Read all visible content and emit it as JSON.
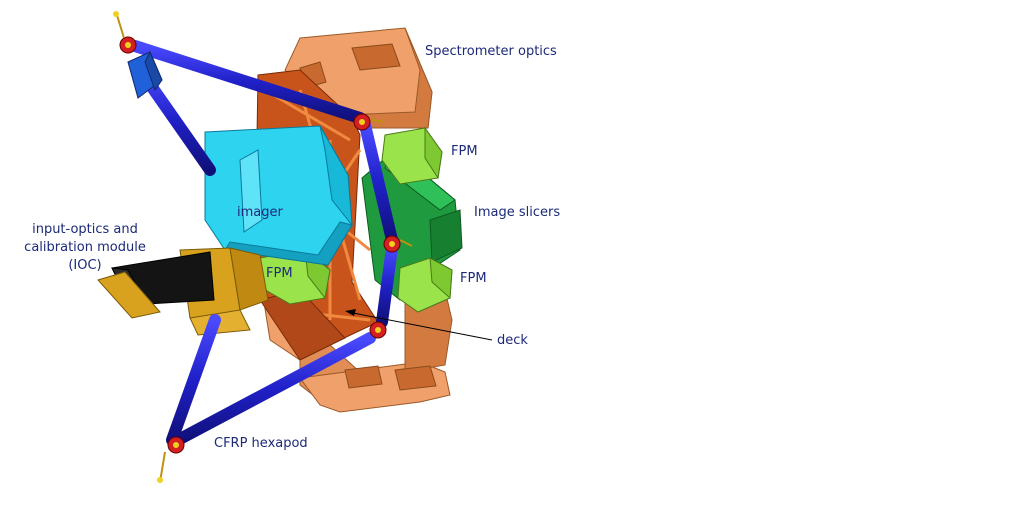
{
  "labels": {
    "spectrometer": "Spectrometer optics",
    "fpm_top": "FPM",
    "image_slicers": "Image slicers",
    "fpm_right": "FPM",
    "imager": "imager",
    "fpm_left": "FPM",
    "ioc": "input-optics and\ncalibration module\n(IOC)",
    "deck": "deck",
    "hexapod": "CFRP hexapod"
  },
  "colors": {
    "label_text": "#1c2a78",
    "strut_blue": "#2222cc",
    "optics_orange": "#e8955a",
    "deck_brown": "#c8541c",
    "slicer_green": "#1f9a3e",
    "fpm_green": "#9be34a",
    "imager_cyan": "#2ed3f0",
    "ioc_black": "#141414",
    "ioc_gold": "#d8a21e"
  }
}
